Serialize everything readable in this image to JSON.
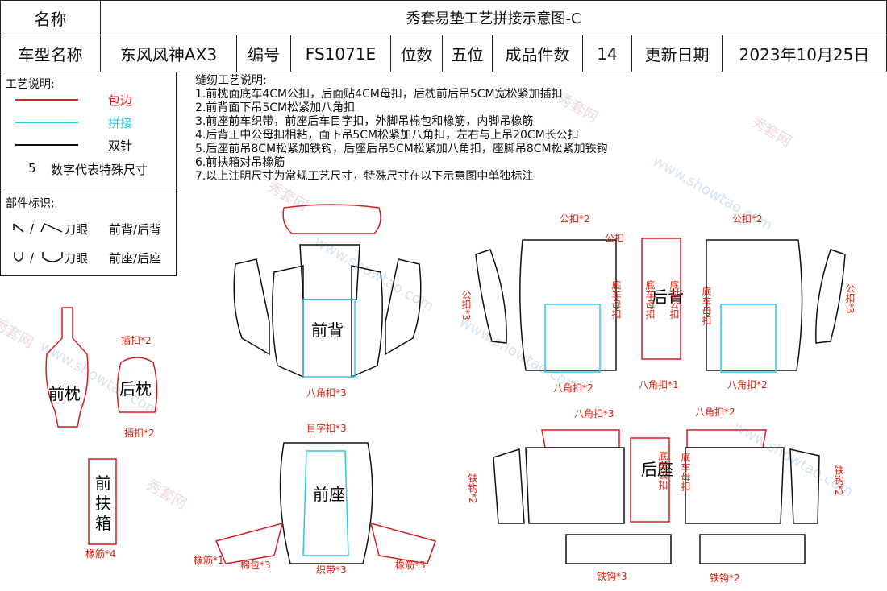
{
  "header": {
    "name_label": "名称",
    "title": "秀套易垫工艺拼接示意图-C",
    "car_model_label": "车型名称",
    "car_model": "东风风神AX3",
    "code_label": "编号",
    "code": "FS1071E",
    "seats_label": "位数",
    "seats": "五位",
    "pieces_label": "成品件数",
    "pieces": "14",
    "update_label": "更新日期",
    "update_date": "2023年10月25日"
  },
  "legend": {
    "title": "工艺说明:",
    "items": [
      {
        "label": "包边",
        "color": "#d21f1f"
      },
      {
        "label": "拼接",
        "color": "#2ec8e6"
      },
      {
        "label": "双针",
        "color": "#111111"
      }
    ],
    "size_note_number": "5",
    "size_note": "数字代表特殊尺寸"
  },
  "parts": {
    "title": "部件标识:",
    "row1_symbol": "⌐/⌐",
    "row1_suffix": "刀眼",
    "row1_text": "前背/后背",
    "row2_symbol": "∪/∪",
    "row2_suffix": "刀眼",
    "row2_text": "前座/后座"
  },
  "sewing": {
    "title": "缝纫工艺说明:",
    "lines": [
      "1.前枕面底车4CM公扣，后面贴4CM母扣，后枕前后吊5CM宽松紧加插扣",
      "2.前背面下吊5CM松紧加八角扣",
      "3.前座前车织带，前座后车目字扣，外脚吊棉包和橡筋，内脚吊橡筋",
      "4.后背正中公母扣相粘，面下吊5CM松紧加八角扣，左右与上吊20CM长公扣",
      "5.后座前吊8CM松紧加铁钩，后座后吊5CM松紧加八角扣，座脚吊8CM松紧加铁钩",
      "6.前扶箱对吊橡筋",
      "7.以上注明尺寸为常规工艺尺寸，特殊尺寸在以下示意图中单独标注"
    ]
  },
  "diagram": {
    "front_headrest": "前枕",
    "rear_headrest": "后枕",
    "insert_buckle_top": "插扣*2",
    "insert_buckle_bottom": "插扣*2",
    "armrest_chars": [
      "前",
      "扶",
      "箱"
    ],
    "armrest_elastic": "橡筋*4",
    "front_back": "前背",
    "front_back_octagon": "八角扣*3",
    "front_seat": "前座",
    "front_seat_buckle": "目字扣*3",
    "front_seat_elastic_left": "橡筋*1",
    "front_seat_cotton": "棉包*3",
    "front_seat_webbing": "织带*3",
    "front_seat_elastic_right": "橡筋*3",
    "rear_back": "后背",
    "rear_back_male_left": "公扣*2",
    "rear_back_male_right": "公扣*2",
    "rear_back_male_side_left": "公扣*3",
    "rear_back_male_side_right": "公扣*3",
    "rear_back_male_small": "公扣",
    "rear_back_bottom_female": "底车母扣",
    "rear_back_bottom_male": "底车公扣",
    "rear_back_oct_left": "八角扣*2",
    "rear_back_oct_mid": "八角扣*1",
    "rear_back_oct_right": "八角扣*2",
    "rear_seat": "后座",
    "rear_seat_oct_left": "八角扣*3",
    "rear_seat_oct_right": "八角扣*2",
    "rear_seat_hook_left": "铁钩*2",
    "rear_seat_hook_right": "铁钩*2",
    "rear_seat_hook_bottom_left": "铁钩*3",
    "rear_seat_hook_bottom_right": "铁钩*2",
    "rear_seat_bottom_male": "底车公扣",
    "rear_seat_bottom_female": "底车母扣"
  },
  "watermark": [
    "秀套网",
    "www.showtao.com"
  ]
}
